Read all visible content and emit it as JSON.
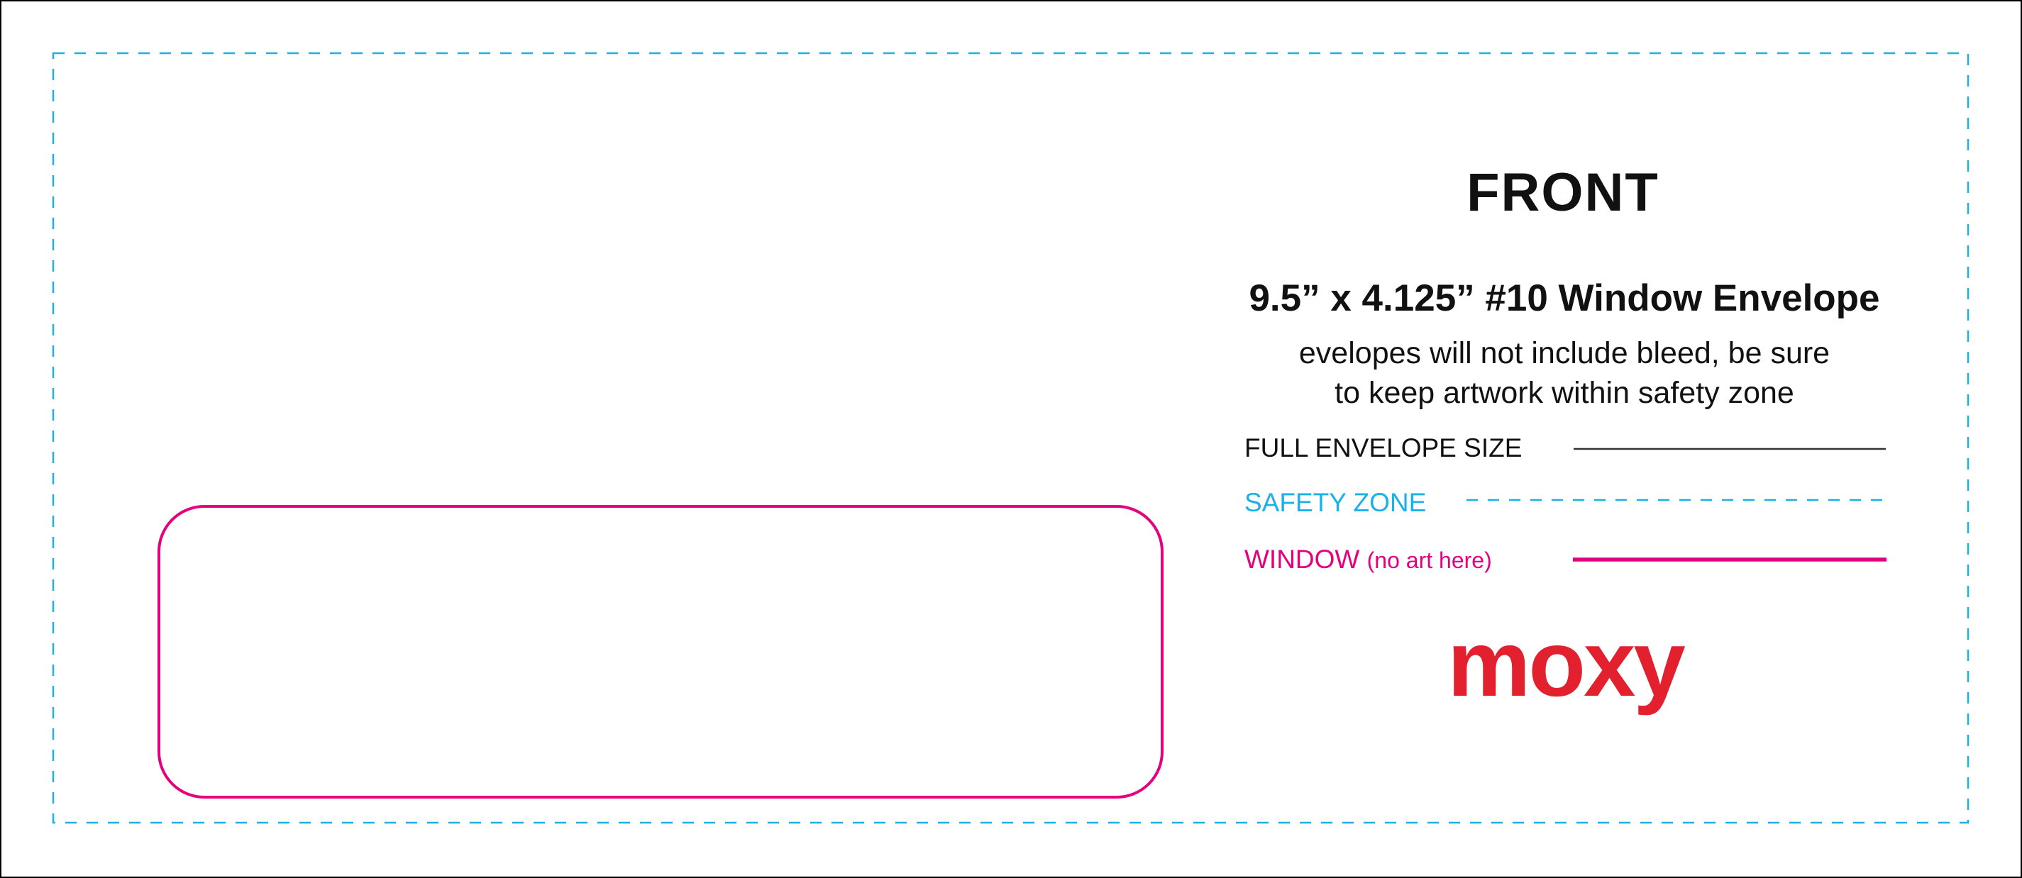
{
  "title": "FRONT",
  "heading": "9.5” x 4.125” #10 Window Envelope",
  "note_lines": [
    "evelopes will not include bleed, be sure",
    "to keep artwork within safety zone"
  ],
  "legend": {
    "full_size": "FULL ENVELOPE SIZE",
    "safety_zone": "SAFETY ZONE",
    "window": "WINDOW",
    "window_note": "(no art here)"
  },
  "logo": "moxy",
  "colors": {
    "full_size": "#000000",
    "safety_zone": "#1ab1e8",
    "window": "#e6007e",
    "logo": "#e2202e"
  }
}
